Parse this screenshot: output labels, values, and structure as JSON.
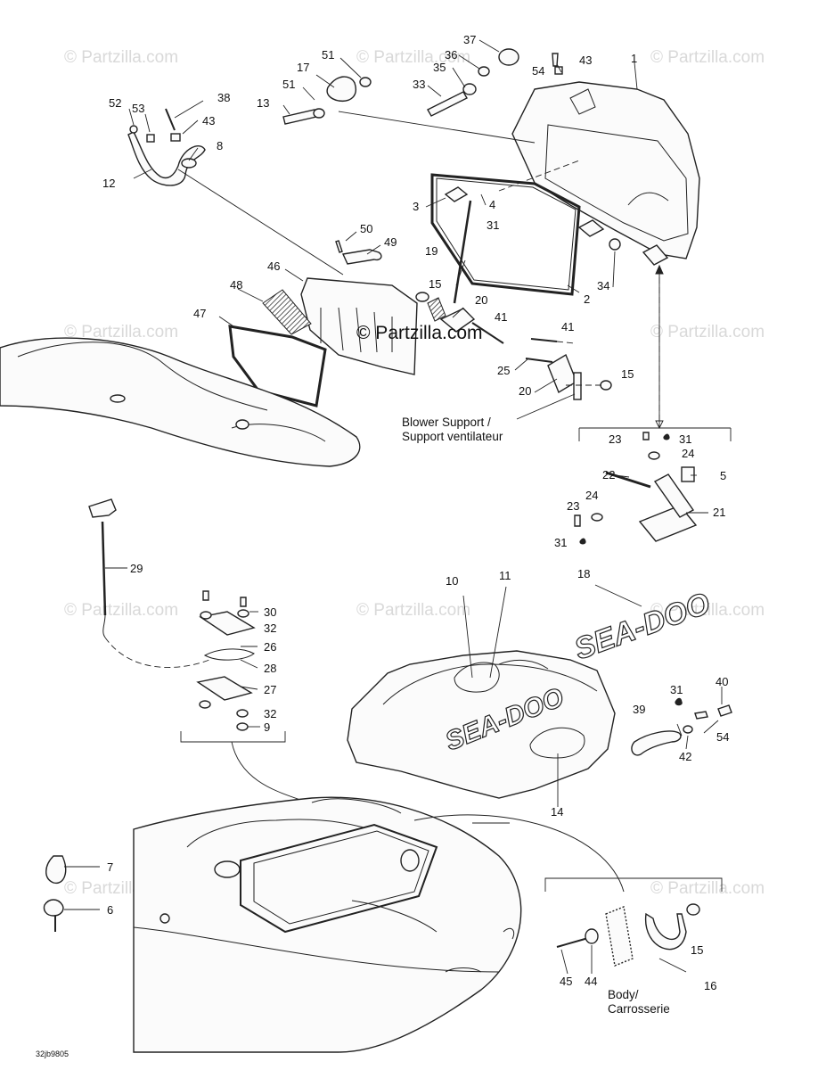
{
  "watermarks": {
    "text": "© Partzilla.com",
    "center_text": "© Partzilla.com"
  },
  "labels": {
    "blower_support_en": "Blower Support /",
    "blower_support_fr": "Support ventilateur",
    "body_en": "Body/",
    "body_fr": "Carrosserie",
    "diagram_code": "32jb9805",
    "logo_text": "SEA-DOO"
  },
  "callouts": {
    "p1": "1",
    "p2": "2",
    "p3": "3",
    "p4": "4",
    "p5": "5",
    "p6": "6",
    "p7": "7",
    "p8": "8",
    "p9": "9",
    "p10": "10",
    "p11": "11",
    "p12": "12",
    "p13": "13",
    "p14": "14",
    "p15a": "15",
    "p15b": "15",
    "p15c": "15",
    "p16": "16",
    "p17": "17",
    "p18": "18",
    "p19": "19",
    "p20a": "20",
    "p20b": "20",
    "p21": "21",
    "p22": "22",
    "p23a": "23",
    "p23b": "23",
    "p24a": "24",
    "p24b": "24",
    "p25": "25",
    "p26": "26",
    "p27": "27",
    "p28": "28",
    "p29": "29",
    "p30": "30",
    "p31a": "31",
    "p31b": "31",
    "p31c": "31",
    "p31d": "31",
    "p32a": "32",
    "p32b": "32",
    "p33": "33",
    "p34": "34",
    "p35": "35",
    "p36": "36",
    "p37": "37",
    "p38": "38",
    "p39": "39",
    "p40": "40",
    "p41a": "41",
    "p41b": "41",
    "p42": "42",
    "p43a": "43",
    "p43b": "43",
    "p44": "44",
    "p45": "45",
    "p46": "46",
    "p47": "47",
    "p48": "48",
    "p49": "49",
    "p50": "50",
    "p51a": "51",
    "p51b": "51",
    "p52": "52",
    "p53": "53",
    "p54a": "54",
    "p54b": "54"
  }
}
